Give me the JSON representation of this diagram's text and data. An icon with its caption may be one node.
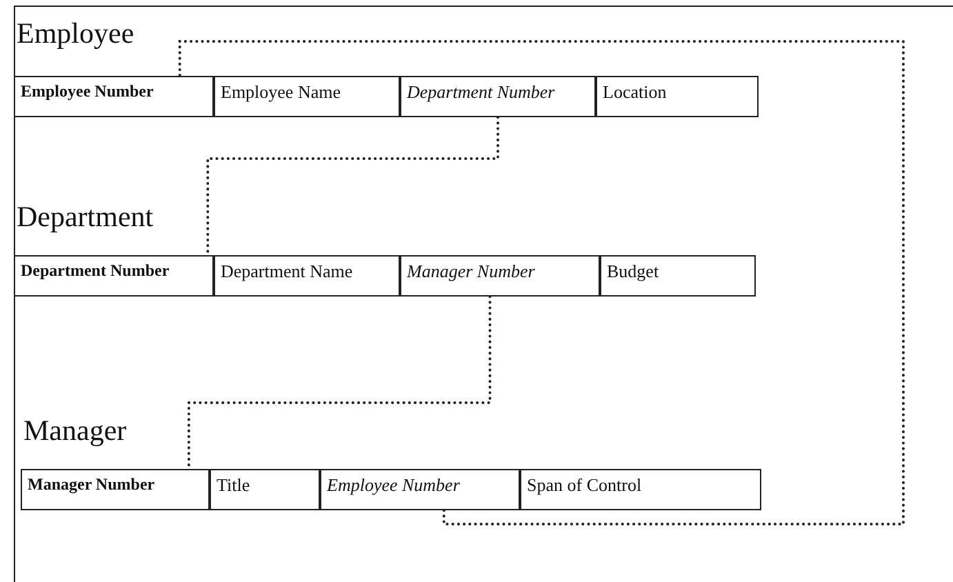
{
  "diagram": {
    "nodes": [
      {
        "text": [
          "Employee"
        ]
      },
      {
        "text": [
          "Employee Number"
        ],
        "in": 0
      },
      {
        "text": [
          "Employee Name"
        ],
        "in": 0
      },
      {
        "text": [
          "Department Number"
        ],
        "in": 0
      },
      {
        "text": [
          "Location"
        ],
        "in": 0
      },
      {
        "text": [
          "Department"
        ]
      },
      {
        "text": [
          "Department Number"
        ],
        "in": 5
      },
      {
        "text": [
          "Department Name"
        ],
        "in": 5
      },
      {
        "text": [
          "Manager Number"
        ],
        "in": 5
      },
      {
        "text": [
          "Budget"
        ],
        "in": 5
      },
      {
        "text": [
          "Manager"
        ]
      },
      {
        "text": [
          "Manager Number"
        ],
        "in": 10
      },
      {
        "text": [
          "Title"
        ],
        "in": 10
      },
      {
        "text": [
          "Employee Number"
        ],
        "in": 10
      },
      {
        "text": [
          "Span of Control"
        ],
        "in": 10
      }
    ],
    "edges": [
      {
        "from": 3,
        "to": 6,
        "arrow": "none"
      },
      {
        "from": 8,
        "to": 11,
        "arrow": "none"
      },
      {
        "from": 13,
        "to": 1,
        "arrow": "none"
      }
    ]
  }
}
